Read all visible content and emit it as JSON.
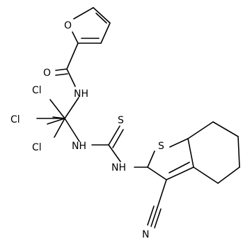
{
  "structure": {
    "atoms": {
      "furan_o": "O",
      "carbonyl_o": "O",
      "amide_nh": "NH",
      "cl_top": "Cl",
      "cl_left": "Cl",
      "cl_bottom": "Cl",
      "thiourea_nh_left": "NH",
      "thiourea_s": "S",
      "thiourea_nh_right": "NH",
      "thiophene_s": "S",
      "nitrile_n": "N"
    }
  }
}
